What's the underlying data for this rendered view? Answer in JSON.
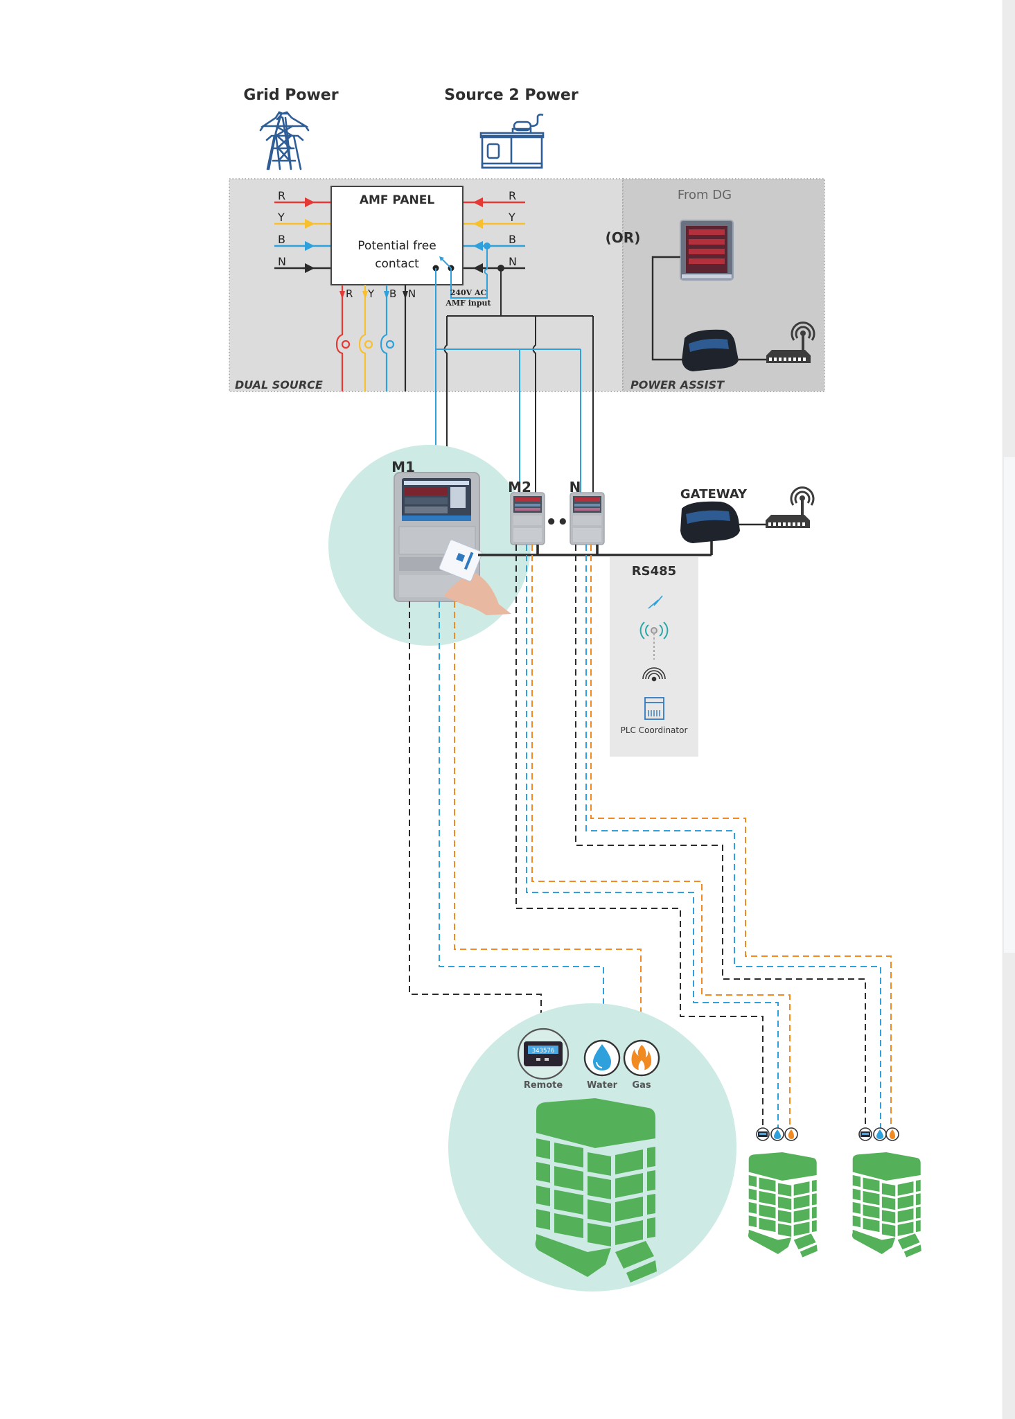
{
  "sources": {
    "grid_label": "Grid Power",
    "grid_icon": "transmission-tower-icon",
    "source2_label": "Source 2 Power",
    "source2_icon": "diesel-generator-icon"
  },
  "dual_source": {
    "section_label": "DUAL SOURCE",
    "panel_title": "AMF PANEL",
    "contact_line1": "Potential free",
    "contact_line2": "contact",
    "phases_in": [
      "R",
      "Y",
      "B",
      "N"
    ],
    "phases_out": [
      "R",
      "Y",
      "B",
      "N"
    ],
    "amf_input_line1": "240V AC",
    "amf_input_line2": "AMF input"
  },
  "or_label": "(OR)",
  "power_assist": {
    "section_label": "POWER ASSIST",
    "from_label": "From DG",
    "devices": [
      "dg-meter-icon",
      "gateway-device-icon",
      "router-icon"
    ]
  },
  "meters": {
    "m1_label": "M1",
    "m2_label": "M2",
    "n_label": "N",
    "ellipsis": "••"
  },
  "gateway": {
    "label": "GATEWAY",
    "icon": "router-icon"
  },
  "comm_panel": {
    "title": "RS485",
    "options": [
      "lightning-icon",
      "rf-antenna-icon",
      "wifi-signal-icon",
      "plc-coordinator-icon"
    ],
    "plc_label": "PLC Coordinator"
  },
  "utilities": {
    "remote_label": "Remote",
    "water_label": "Water",
    "gas_label": "Gas",
    "remote_display": "343576"
  },
  "colors": {
    "red_phase": "#e53935",
    "yellow_phase": "#f9c02e",
    "blue_phase": "#2ea1dd",
    "neutral": "#2b2b2b",
    "orange_gas": "#f28a22",
    "building_green": "#54b15a",
    "circle_mint": "#cdebe4",
    "panel_gray": "#dcdcdc",
    "assist_gray": "#cbcbcb",
    "icon_blue": "#2f5d95"
  }
}
